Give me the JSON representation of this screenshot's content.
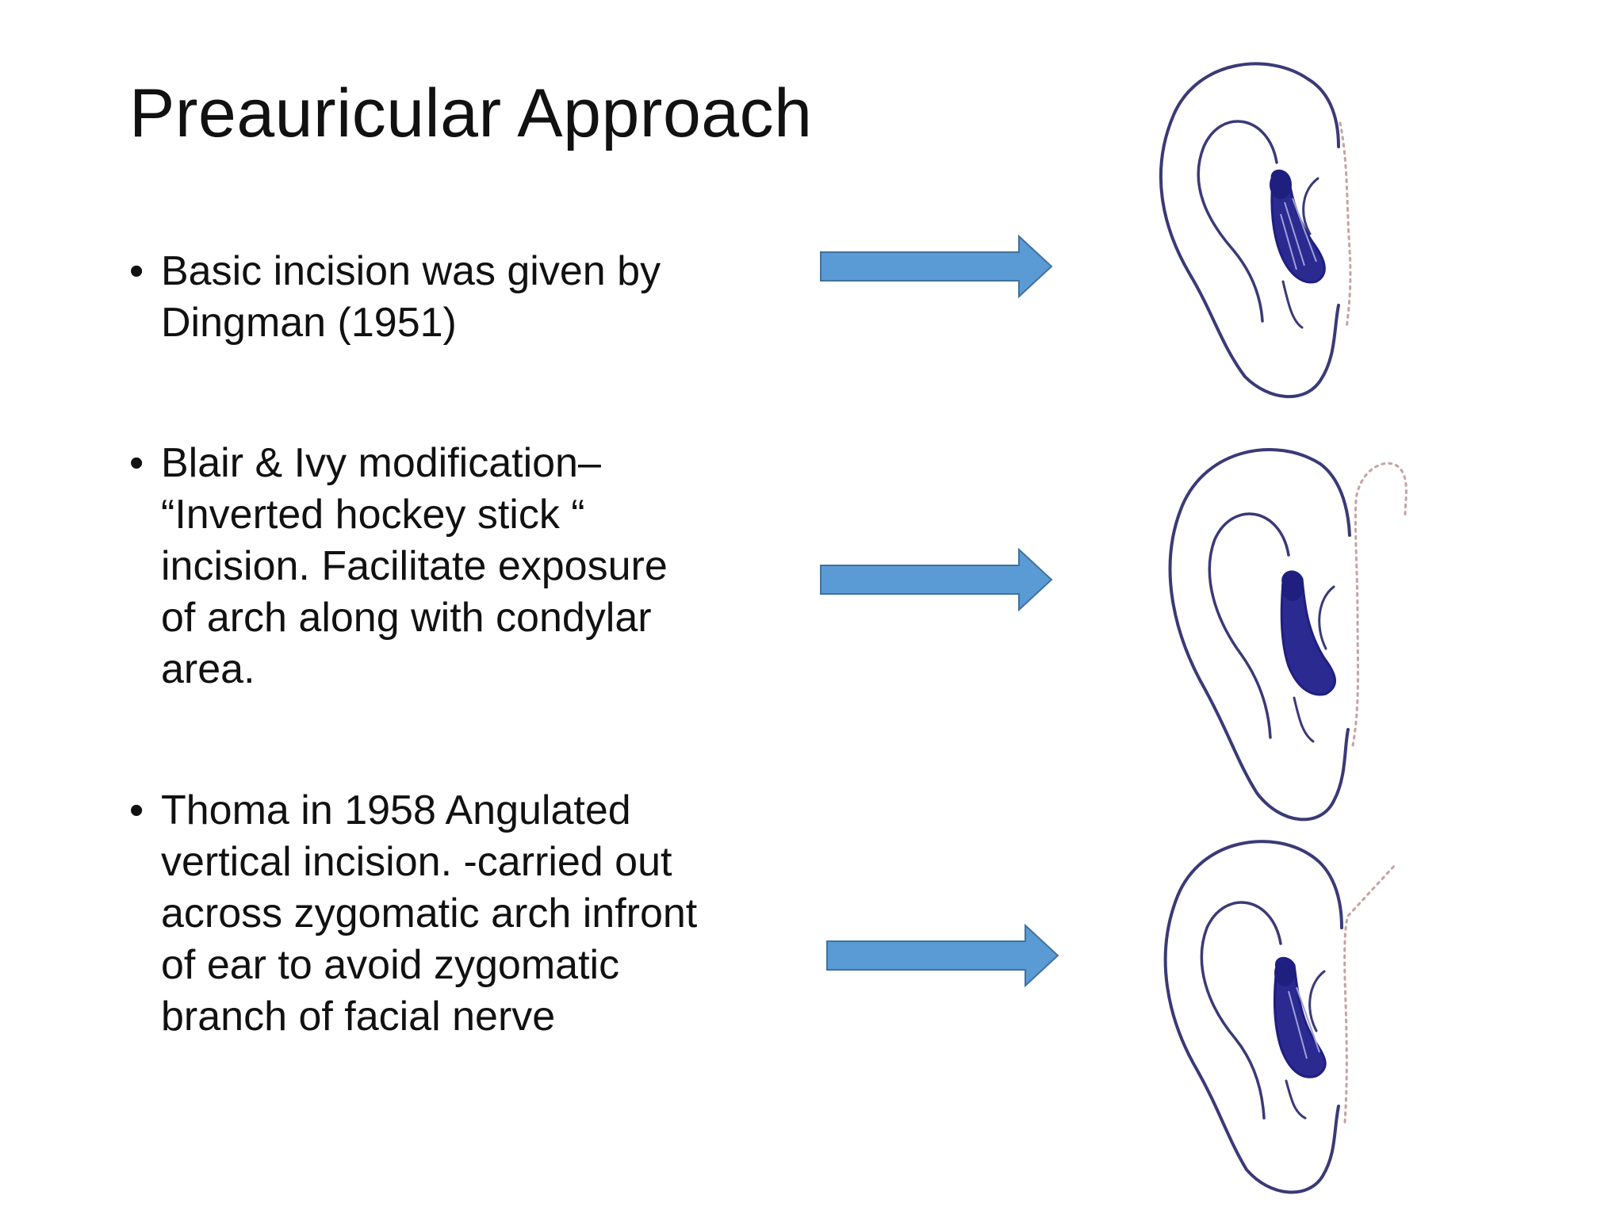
{
  "slide": {
    "title": "Preauricular Approach",
    "bullet_glyph": "•",
    "bullets": [
      {
        "text": "Basic incision was given by\nDingman (1951)"
      },
      {
        "text": "Blair & Ivy modification–\n“Inverted hockey stick “\nincision.  Facilitate exposure\nof arch along with condylar\narea."
      },
      {
        "text": "Thoma in 1958 Angulated\nvertical incision. -carried out\nacross zygomatic arch infront\nof ear to avoid zygomatic\nbranch of facial nerve"
      }
    ]
  },
  "icons": {
    "arrow": "right-arrow-icon",
    "ear": "ear-illustration"
  },
  "colors": {
    "arrow_fill": "#5b9bd5",
    "arrow_stroke": "#41719c",
    "ear_outline": "#3a3a78",
    "ear_canal": "#1f1f80",
    "incision_line": "#c8a0a0",
    "text": "#111111"
  }
}
